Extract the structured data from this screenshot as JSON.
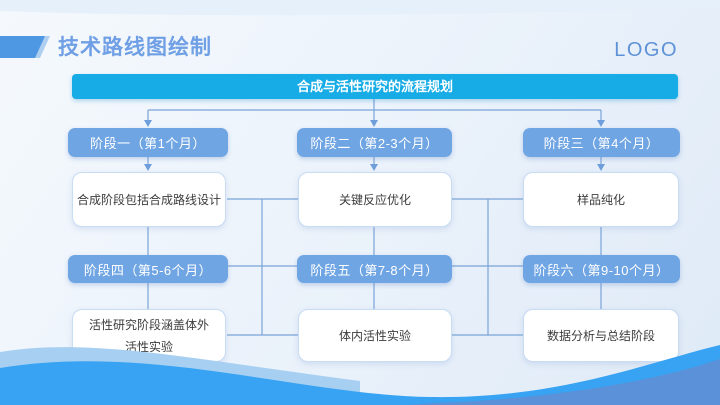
{
  "header": {
    "title": "技术路线图绘制",
    "logo": "LOGO"
  },
  "flowchart": {
    "banner": "合成与活性研究的流程规划",
    "rows": [
      {
        "type": "stage",
        "cells": [
          "阶段一（第1个月）",
          "阶段二（第2-3个月）",
          "阶段三（第4个月）"
        ]
      },
      {
        "type": "task",
        "cells": [
          "合成阶段包括合成路线设计",
          "关键反应优化",
          "样品纯化"
        ]
      },
      {
        "type": "stage",
        "cells": [
          "阶段四（第5-6个月）",
          "阶段五（第7-8个月）",
          "阶段六（第9-10个月）"
        ]
      },
      {
        "type": "task",
        "cells": [
          "活性研究阶段涵盖体外\n活性实验",
          "体内活性实验",
          "数据分析与总结阶段"
        ]
      }
    ]
  },
  "colors": {
    "banner": "#17ace6",
    "stage_box": "#70a5e4",
    "task_border": "#c8dcf4",
    "connector": "#7aa4d8",
    "title_text": "#6f9fe4",
    "logo_text": "#5e92d6",
    "accent": "#4e97e3",
    "wave_bright": "#37a3f2",
    "wave_light": "#a6cff2",
    "wave_muted": "#5b91d8"
  }
}
